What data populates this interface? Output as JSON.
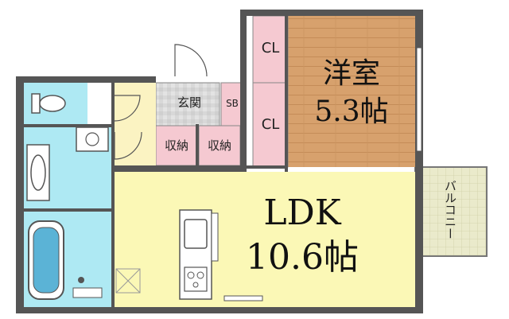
{
  "rooms": {
    "western": {
      "name": "洋室",
      "size": "5.3帖"
    },
    "ldk": {
      "name": "LDK",
      "size": "10.6帖"
    },
    "entrance": {
      "label": "玄関"
    },
    "shoebox": {
      "label": "SB"
    },
    "closet_top": {
      "label": "CL"
    },
    "closet_mid": {
      "label": "CL"
    },
    "storage_left": {
      "label": "収納"
    },
    "storage_right": {
      "label": "収納"
    },
    "balcony": {
      "label": "バルコニー"
    }
  },
  "colors": {
    "wall": "#555555",
    "ldk_floor": "#fbf8b6",
    "western_floor": "#d7a16d",
    "closet": "#f5c9d1",
    "wet_area": "#aee9f3",
    "entrance_tile": "#d8d8d8",
    "hallway": "#fbf3c2",
    "balcony": "#eaeacb"
  }
}
